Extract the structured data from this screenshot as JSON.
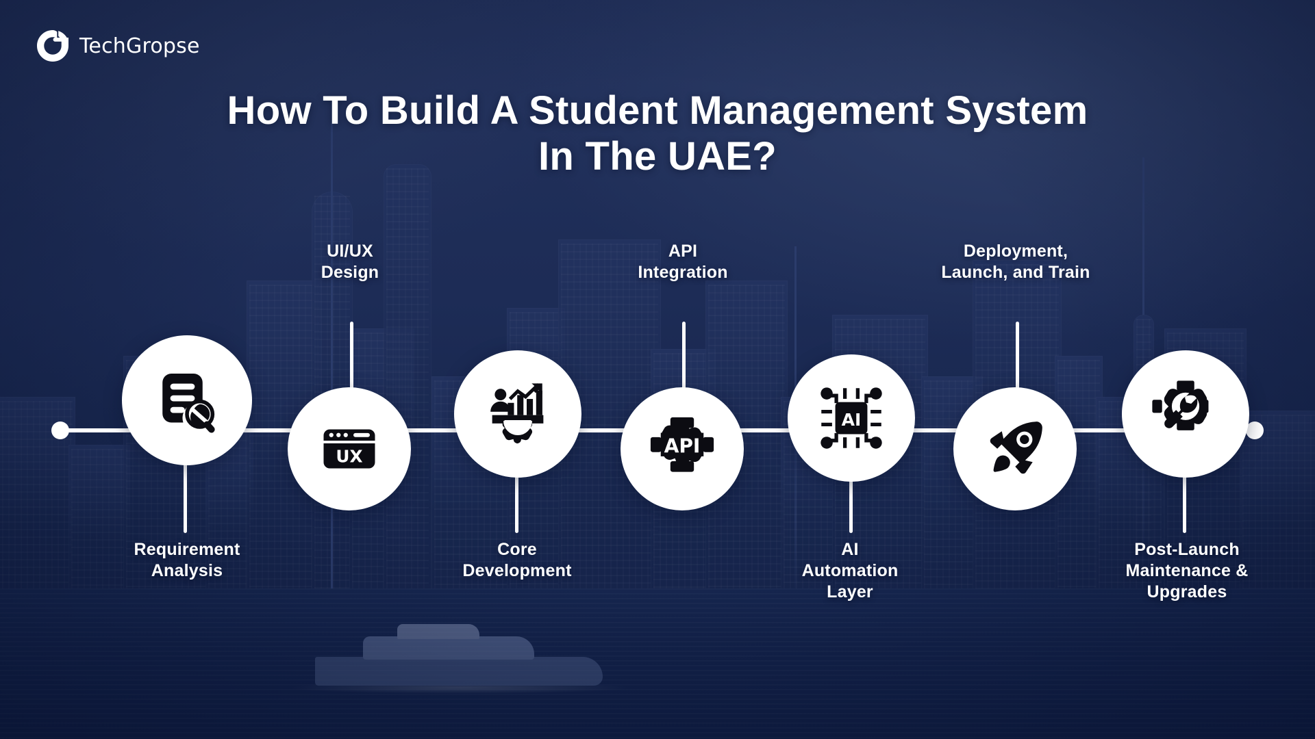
{
  "brand": {
    "name": "TechGropse",
    "logo_icon": "techgropse-g-logo-icon"
  },
  "header": {
    "title": "How To Build A Student Management System In The UAE?"
  },
  "colors": {
    "background_navy": "#1b2a55",
    "background_deep": "#112044",
    "accent_white": "#ffffff",
    "icon_black": "#0c0c12"
  },
  "timeline": {
    "line_color": "#ffffff",
    "start_cap": "timeline-start-dot",
    "end_cap": "timeline-end-dot"
  },
  "steps": [
    {
      "index": 1,
      "label": "Requirement\nAnalysis",
      "position": "below",
      "icon": "document-magnifier-icon"
    },
    {
      "index": 2,
      "label": "UI/UX\nDesign",
      "position": "above",
      "icon": "browser-ux-window-icon"
    },
    {
      "index": 3,
      "label": "Core\nDevelopment",
      "position": "below",
      "icon": "gear-chart-growth-icon"
    },
    {
      "index": 4,
      "label": "API\nIntegration",
      "position": "above",
      "icon": "gear-api-icon"
    },
    {
      "index": 5,
      "label": "AI\nAutomation\nLayer",
      "position": "below",
      "icon": "ai-chip-icon"
    },
    {
      "index": 6,
      "label": "Deployment,\nLaunch, and Train",
      "position": "above",
      "icon": "rocket-icon"
    },
    {
      "index": 7,
      "label": "Post-Launch\nMaintenance &\nUpgrades",
      "position": "below",
      "icon": "gear-wrench-icon"
    }
  ]
}
